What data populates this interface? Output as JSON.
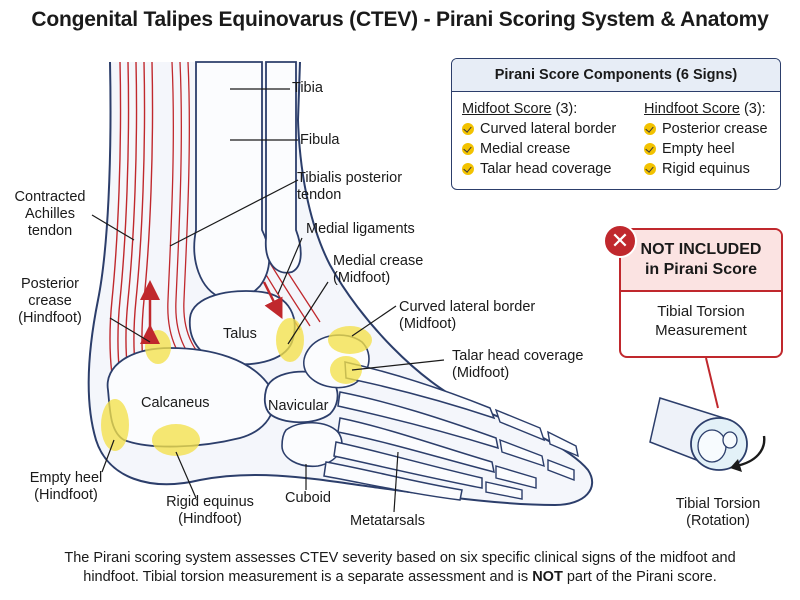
{
  "title": "Congenital Talipes Equinovarus (CTEV) - Pirani Scoring System & Anatomy",
  "labels": {
    "tibia": "Tibia",
    "fibula": "Fibula",
    "tibialis_posterior_1": "Tibialis posterior",
    "tibialis_posterior_2": "tendon",
    "achilles_1": "Contracted",
    "achilles_2": "Achilles",
    "achilles_3": "tendon",
    "medial_ligaments": "Medial ligaments",
    "medial_crease_1": "Medial crease",
    "medial_crease_2": "(Midfoot)",
    "posterior_crease_1": "Posterior",
    "posterior_crease_2": "crease",
    "posterior_crease_3": "(Hindfoot)",
    "talus": "Talus",
    "curved_lateral_1": "Curved lateral border",
    "curved_lateral_2": "(Midfoot)",
    "talar_head_1": "Talar head coverage",
    "talar_head_2": "(Midfoot)",
    "calcaneus": "Calcaneus",
    "navicular": "Navicular",
    "empty_heel_1": "Empty heel",
    "empty_heel_2": "(Hindfoot)",
    "rigid_equinus_1": "Rigid equinus",
    "rigid_equinus_2": "(Hindfoot)",
    "cuboid": "Cuboid",
    "metatarsals": "Metatarsals",
    "tibial_torsion_1": "Tibial Torsion",
    "tibial_torsion_2": "(Rotation)"
  },
  "score_box": {
    "title": "Pirani Score Components (6 Signs)",
    "midfoot_title": "Midfoot Score",
    "midfoot_count": " (3):",
    "midfoot_items": [
      "Curved lateral border",
      "Medial crease",
      "Talar head coverage"
    ],
    "hindfoot_title": "Hindfoot Score",
    "hindfoot_count": " (3):",
    "hindfoot_items": [
      "Posterior crease",
      "Empty heel",
      "Rigid equinus"
    ]
  },
  "not_included": {
    "icon": "x-icon",
    "icon_glyph": "✕",
    "title_1": "NOT INCLUDED",
    "title_2": "in Pirani Score",
    "body_1": "Tibial Torsion",
    "body_2": "Measurement"
  },
  "footer": {
    "line1": "The Pirani scoring system assesses CTEV severity based on six specific clinical signs of the midfoot and",
    "line2_a": "hindfoot. Tibial torsion measurement is a separate assessment and is ",
    "line2_b": "NOT",
    "line2_c": " part of the Pirani score."
  },
  "colors": {
    "outline": "#2c3e6b",
    "highlight": "#f4e04a",
    "tendon": "#c0282d",
    "accent_red": "#c0282d",
    "check": "#f2c200"
  }
}
